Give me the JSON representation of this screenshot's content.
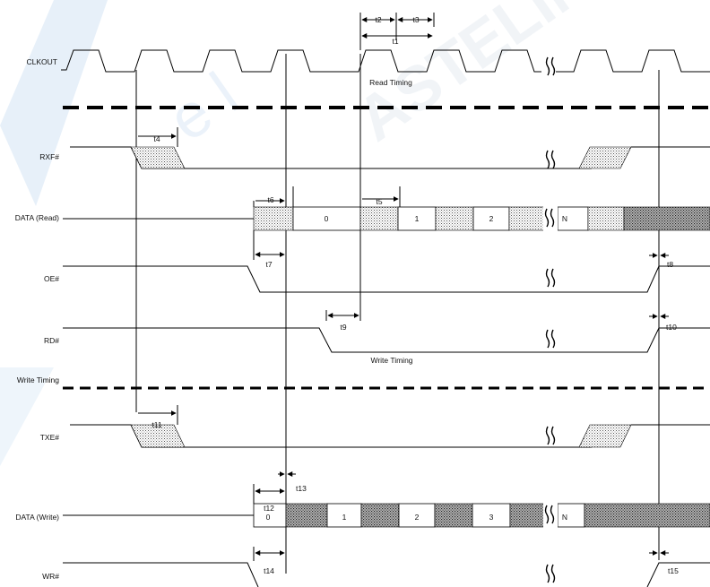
{
  "signals": {
    "clkout": "CLKOUT",
    "rxf": "RXF#",
    "data_read": "DATA (Read)",
    "oe": "OE#",
    "rd": "RD#",
    "txe": "TXE#",
    "data_write": "DATA (Write)",
    "wr": "WR#"
  },
  "sections": {
    "read_timing": "Read Timing",
    "write_timing_center": "Write Timing",
    "write_timing_left": "Write Timing"
  },
  "read_data_cells": [
    "0",
    "1",
    "2",
    "N"
  ],
  "write_data_cells": [
    "0",
    "1",
    "2",
    "3",
    "N"
  ],
  "timings": {
    "t1": "t1",
    "t2": "t2",
    "t3": "t3",
    "t4": "t4",
    "t5": "t5",
    "t6": "t6",
    "t7": "t7",
    "t8": "t8",
    "t9": "t9",
    "t10": "t10",
    "t11": "t11",
    "t12": "t12",
    "t13": "t13",
    "t14": "t14",
    "t15": "t15"
  },
  "colors": {
    "line": "#000000",
    "watermark": "#c9ddf2"
  }
}
